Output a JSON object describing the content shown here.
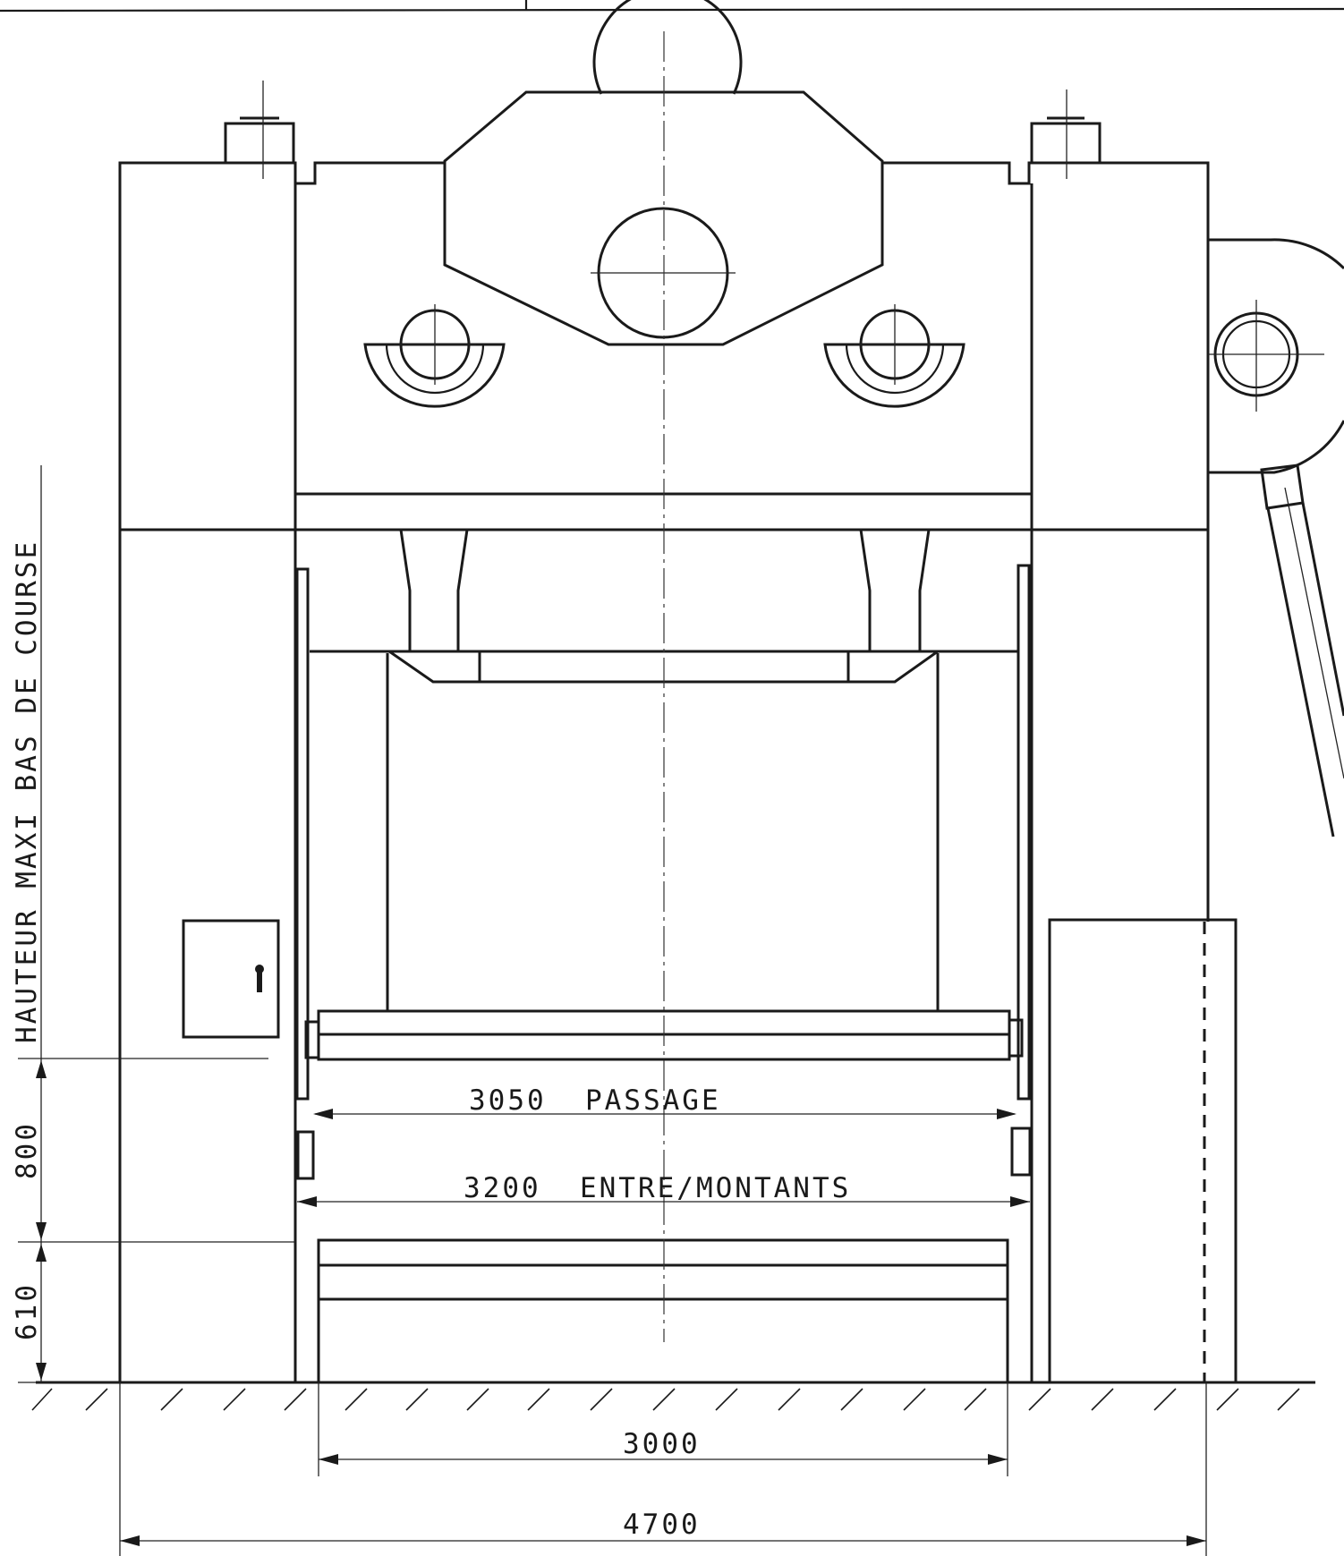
{
  "labels": {
    "vertical_title": "HAUTEUR MAXI BAS DE COURSE",
    "dim_800": "800",
    "dim_610": "610",
    "passage": "3050  PASSAGE",
    "entre_montants": "3200  ENTRE/MONTANTS",
    "dim_3000": "3000",
    "dim_4700": "4700"
  },
  "colors": {
    "ink": "#1a1a1a",
    "paper": "#ffffff"
  }
}
